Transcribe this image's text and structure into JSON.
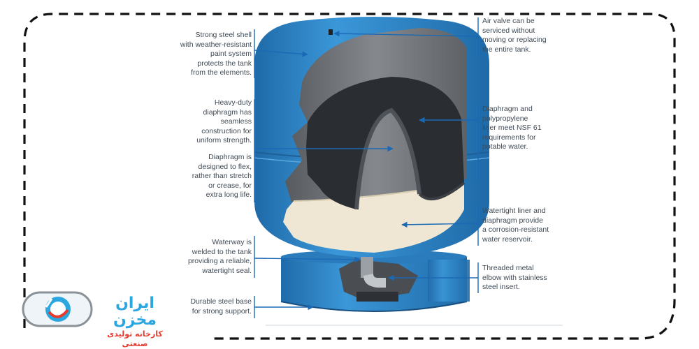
{
  "colors": {
    "tank_blue": "#2f86c6",
    "tank_dark": "#1d5f97",
    "liner_grey": "#6f7378",
    "diaphragm": "#2a2d31",
    "liner_cream": "#efe7d3",
    "arrow_blue": "#1b69b5",
    "text": "#3f4a55",
    "frame": "#111111",
    "logo_blue": "#2aa6e0",
    "logo_red": "#e63b2e"
  },
  "annotations": {
    "left": [
      {
        "id": "steel-shell",
        "lines": [
          "Strong steel shell",
          "with weather-resistant",
          "paint system",
          "protects the tank",
          "from the elements."
        ]
      },
      {
        "id": "heavy-duty-diaphragm",
        "lines": [
          "Heavy-duty",
          "diaphragm has",
          "seamless",
          "construction for",
          "uniform strength."
        ]
      },
      {
        "id": "diaphragm-flex",
        "lines": [
          "Diaphragm is",
          "designed to flex,",
          "rather than stretch",
          "or crease, for",
          "extra long life."
        ]
      },
      {
        "id": "waterway",
        "lines": [
          "Waterway is",
          "welded to the tank",
          "providing a reliable,",
          "watertight seal."
        ]
      },
      {
        "id": "steel-base",
        "lines": [
          "Durable steel base",
          "for strong support."
        ]
      }
    ],
    "right": [
      {
        "id": "air-valve",
        "lines": [
          "Air valve can be",
          "serviced without",
          "moving or replacing",
          "the entire tank."
        ]
      },
      {
        "id": "nsf-liner",
        "lines": [
          "Diaphragm and",
          "polypropylene",
          "liner meet NSF 61",
          "requirements for",
          "potable water."
        ]
      },
      {
        "id": "watertight-liner",
        "lines": [
          "Watertight liner and",
          "diaphragm provide",
          "a corrosion-resistant",
          "water reservoir."
        ]
      },
      {
        "id": "threaded-elbow",
        "lines": [
          "Threaded metal",
          "elbow with stainless",
          "steel insert."
        ]
      }
    ]
  },
  "logo": {
    "title": "ایران مخزن",
    "subtitle": "کارخانه تولیدی صنعتی"
  }
}
